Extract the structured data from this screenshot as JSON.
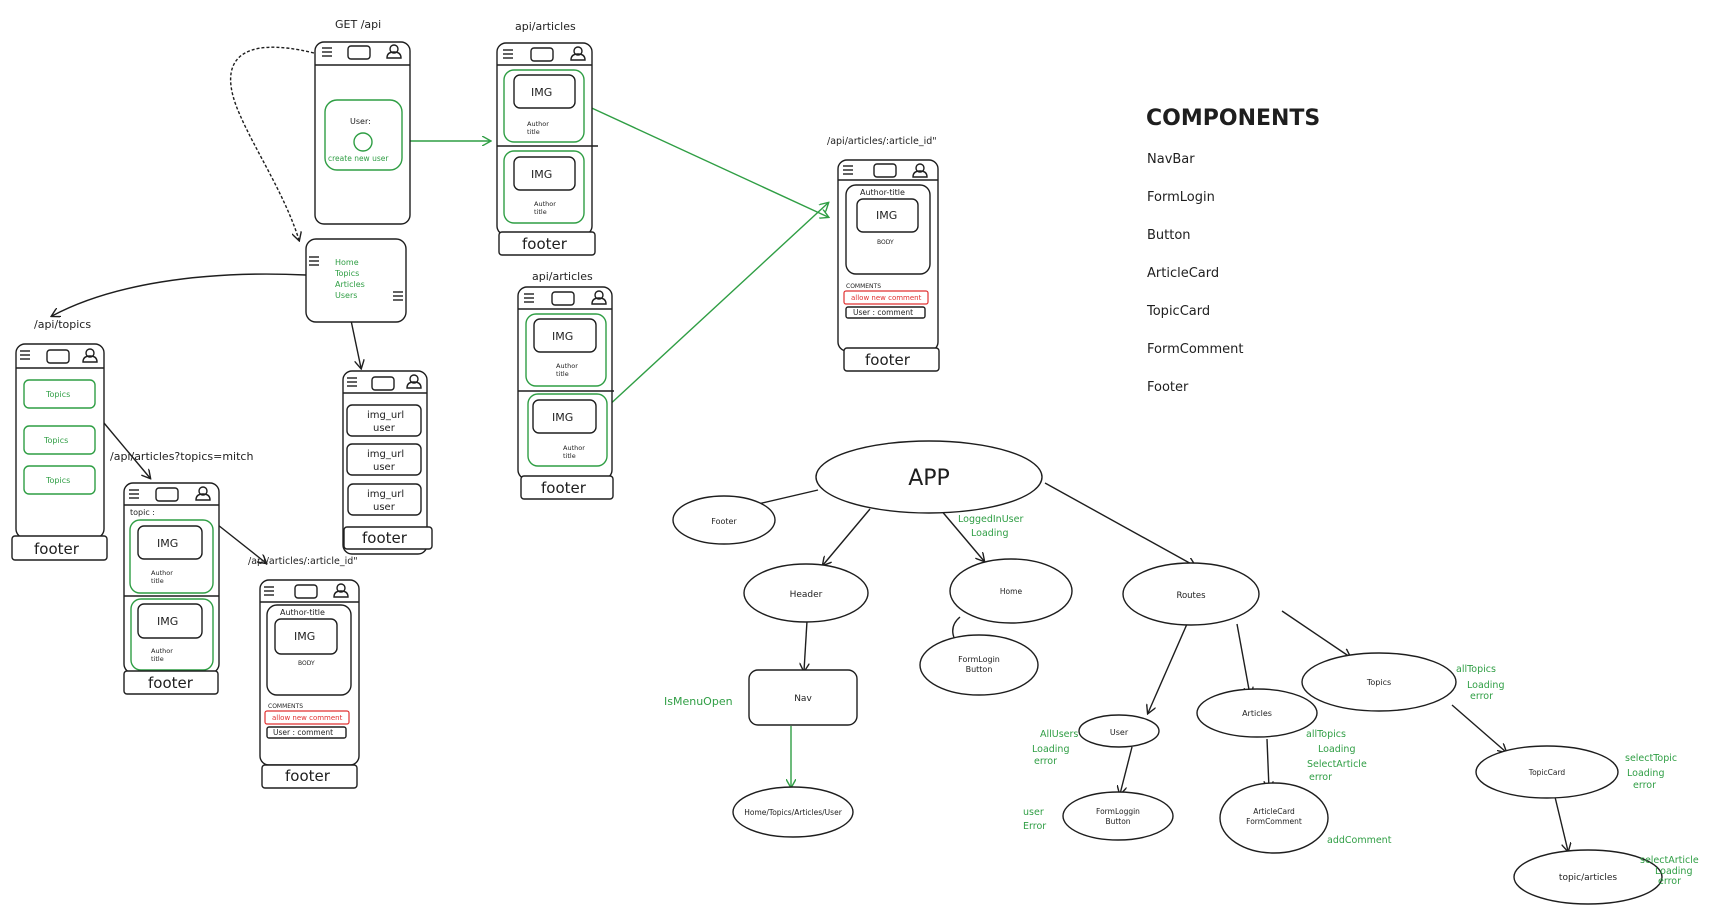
{
  "colors": {
    "ink": "#1e1e1e",
    "green": "#2f9e44",
    "red": "#e03131"
  },
  "icons": [
    "hamburger-icon",
    "screen-icon",
    "user-icon"
  ],
  "wireframes": {
    "home": {
      "label": "GET /api",
      "user_label": "User:",
      "create_label": "create new user"
    },
    "menu": {
      "items": [
        "Home",
        "Topics",
        "Articles",
        "Users"
      ]
    },
    "articles1": {
      "label": "api/articles",
      "img": "IMG",
      "author": "Author",
      "title": "title",
      "footer": "footer"
    },
    "articles2": {
      "label": "api/articles",
      "img": "IMG",
      "author": "Author",
      "title": "title",
      "footer": "footer"
    },
    "article_detail_top": {
      "label": "/api/articles/:article_id\"",
      "author_title": "Author-title",
      "img": "IMG",
      "body": "BODY",
      "comments": "COMMENTS",
      "allow": "allow new comment",
      "user_comment": "User : comment",
      "footer": "footer"
    },
    "topics": {
      "label": "/api/topics",
      "items": [
        "Topics",
        "Topics",
        "Topics"
      ],
      "footer": "footer"
    },
    "users": {
      "items": [
        "img_url",
        "user"
      ],
      "footer": "footer"
    },
    "topic_articles": {
      "label": "/api/articles?topics=mitch",
      "topic": "topic :",
      "img": "IMG",
      "author": "Author",
      "title": "title",
      "footer": "footer"
    },
    "article_detail_bottom": {
      "label": "/api/articles/:article_id\"",
      "author_title": "Author-title",
      "img": "IMG",
      "body": "BODY",
      "comments": "COMMENTS",
      "allow": "allow new comment",
      "user_comment": "User : comment",
      "footer": "footer"
    }
  },
  "components": {
    "heading": "COMPONENTS",
    "items": [
      "NavBar",
      "FormLogin",
      "Button",
      "ArticleCard",
      "TopicCard",
      "FormComment",
      "Footer"
    ]
  },
  "tree": {
    "app": "APP",
    "footer": "Footer",
    "header": "Header",
    "home": "Home",
    "routes": "Routes",
    "formlogin": [
      "FormLogin",
      "Button"
    ],
    "nav": "Nav",
    "nav_targets": "Home/Topics/Articles/User",
    "user": "User",
    "articles": "Articles",
    "topics": "Topics",
    "formloggin": [
      "FormLoggin",
      "Button"
    ],
    "articlecard": [
      "ArticleCard",
      "FormComment"
    ],
    "topiccard": "TopicCard",
    "topic_articles": "topic/articles",
    "states": {
      "app_home": [
        "LoggedInUser",
        "Loading"
      ],
      "nav": [
        "IsMenuOpen"
      ],
      "user": [
        "AllUsers",
        "Loading",
        "error"
      ],
      "formloggin": [
        "user",
        "Error"
      ],
      "articles": [
        "allTopics",
        "Loading",
        "SelectArticle",
        "error"
      ],
      "articlecard": [
        "addComment"
      ],
      "topics": [
        "allTopics",
        "Loading",
        "error"
      ],
      "topiccard": [
        "selectTopic",
        "Loading",
        "error"
      ],
      "topic_articles": [
        "selectArticle",
        "Loading",
        "error"
      ]
    }
  }
}
